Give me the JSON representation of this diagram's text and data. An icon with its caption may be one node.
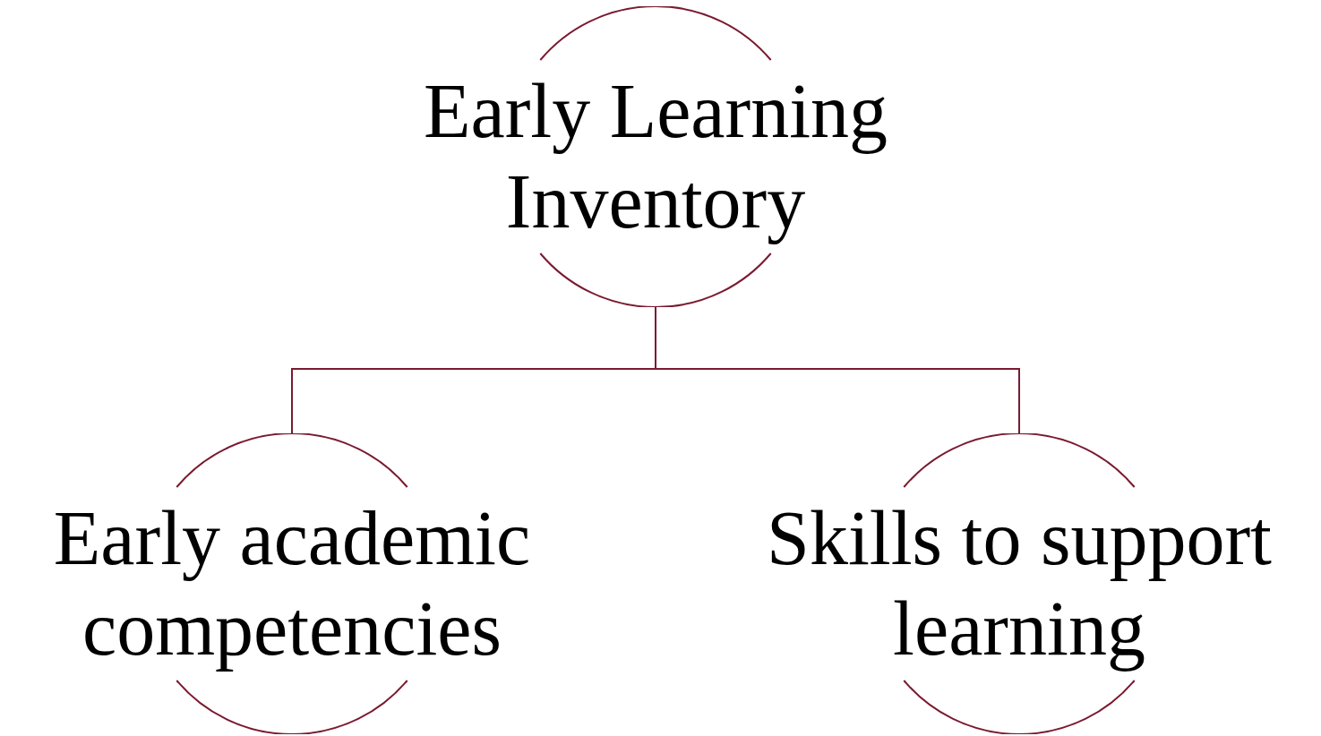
{
  "diagram": {
    "nodes": [
      {
        "text": [
          "Early Learning Inventory"
        ]
      },
      {
        "text": [
          "Early academic competencies"
        ]
      },
      {
        "text": [
          "Skills to support learning"
        ]
      }
    ],
    "edges": [
      {
        "from": 0,
        "to": 1,
        "arrow": "none"
      },
      {
        "from": 0,
        "to": 2,
        "arrow": "none"
      }
    ]
  }
}
